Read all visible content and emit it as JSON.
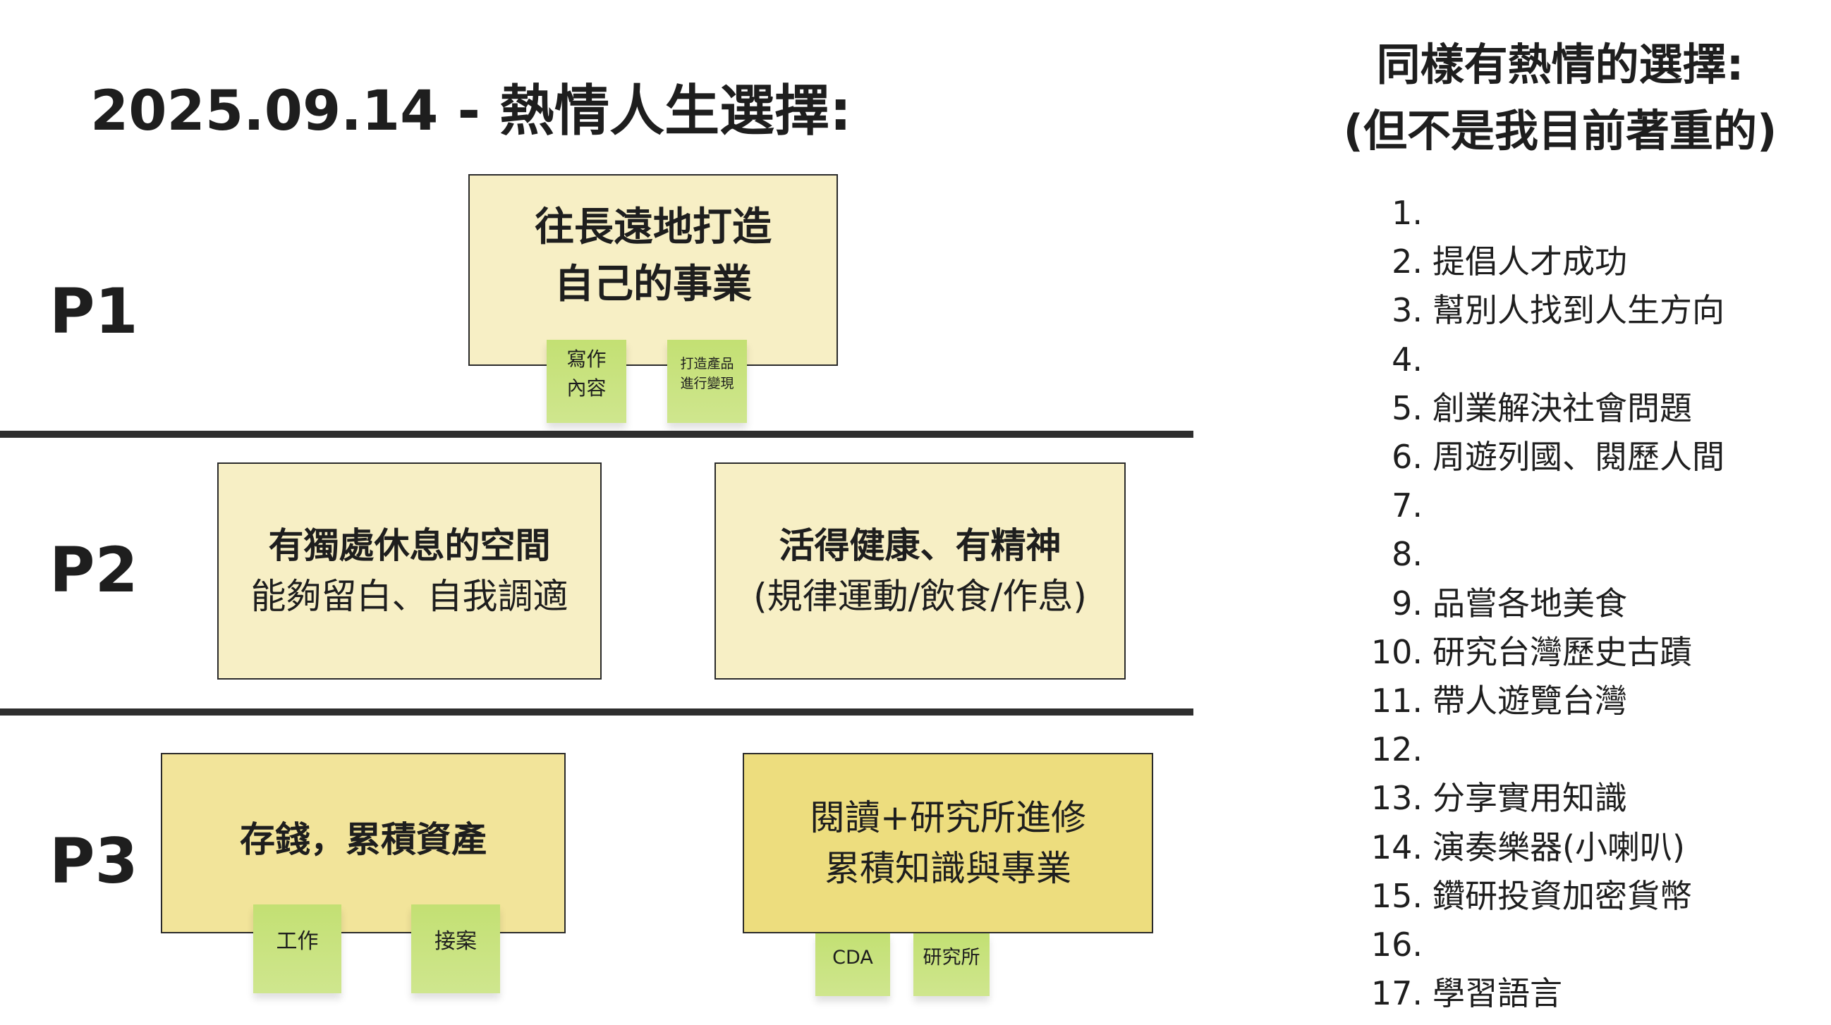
{
  "title": "2025.09.14 - 熱情人生選擇:",
  "tiers": [
    {
      "label": "P1",
      "cards": [
        {
          "lines": [
            "往長遠地打造",
            "自己的事業"
          ],
          "stickies": [
            [
              "寫作",
              "內容"
            ],
            [
              "打造產品",
              "進行變現"
            ]
          ]
        }
      ]
    },
    {
      "label": "P2",
      "cards": [
        {
          "lines": [
            "有獨處休息的空間",
            "能夠留白、自我調適"
          ]
        },
        {
          "lines": [
            "活得健康、有精神",
            "(規律運動/飲食/作息)"
          ]
        }
      ]
    },
    {
      "label": "P3",
      "cards": [
        {
          "lines": [
            "存錢，累積資產"
          ],
          "stickies": [
            [
              "工作"
            ],
            [
              "接案"
            ]
          ]
        },
        {
          "lines": [
            "閱讀+研究所進修",
            "累積知識與專業"
          ],
          "stickies": [
            [
              "CDA"
            ],
            [
              "研究所"
            ]
          ]
        }
      ]
    }
  ],
  "side": {
    "heading": [
      "同樣有熱情的選擇:",
      "(但不是我目前著重的)"
    ],
    "items": [
      {
        "num": "1.",
        "text": ""
      },
      {
        "num": "2.",
        "text": "提倡人才成功"
      },
      {
        "num": "3.",
        "text": "幫別人找到人生方向"
      },
      {
        "num": "4.",
        "text": ""
      },
      {
        "num": "5.",
        "text": "創業解決社會問題"
      },
      {
        "num": "6.",
        "text": "周遊列國、閱歷人間"
      },
      {
        "num": "7.",
        "text": ""
      },
      {
        "num": "8.",
        "text": ""
      },
      {
        "num": "9.",
        "text": "品嘗各地美食"
      },
      {
        "num": "10.",
        "text": "研究台灣歷史古蹟"
      },
      {
        "num": "11.",
        "text": "帶人遊覽台灣"
      },
      {
        "num": "12.",
        "text": ""
      },
      {
        "num": "13.",
        "text": "分享實用知識"
      },
      {
        "num": "14.",
        "text": "演奏樂器(小喇叭)"
      },
      {
        "num": "15.",
        "text": "鑽研投資加密貨幣"
      },
      {
        "num": "16.",
        "text": ""
      },
      {
        "num": "17.",
        "text": "學習語言"
      }
    ]
  },
  "colors": {
    "card_light": "#f7efc5",
    "card_mid": "#f2e49a",
    "card_dark": "#eddd7e",
    "sticky": "#c5e17a",
    "divider": "#2e2e2e"
  }
}
